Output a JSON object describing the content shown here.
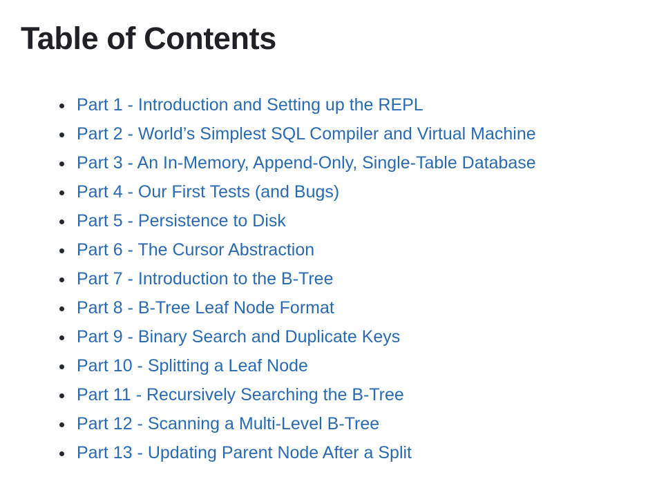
{
  "page": {
    "background_color": "#ffffff",
    "heading": "Table of Contents",
    "heading_color": "#1f2124",
    "link_color": "#2a6ab0",
    "bullet_color": "#24282c"
  },
  "toc": {
    "bullet_glyph": "•",
    "items": [
      {
        "label": "Part 1 - Introduction and Setting up the REPL"
      },
      {
        "label": "Part 2 - World’s Simplest SQL Compiler and Virtual Machine"
      },
      {
        "label": "Part 3 - An In-Memory, Append-Only, Single-Table Database"
      },
      {
        "label": "Part 4 - Our First Tests (and Bugs)"
      },
      {
        "label": "Part 5 - Persistence to Disk"
      },
      {
        "label": "Part 6 - The Cursor Abstraction"
      },
      {
        "label": "Part 7 - Introduction to the B-Tree"
      },
      {
        "label": "Part 8 - B-Tree Leaf Node Format"
      },
      {
        "label": "Part 9 - Binary Search and Duplicate Keys"
      },
      {
        "label": "Part 10 - Splitting a Leaf Node"
      },
      {
        "label": "Part 11 - Recursively Searching the B-Tree"
      },
      {
        "label": "Part 12 - Scanning a Multi-Level B-Tree"
      },
      {
        "label": "Part 13 - Updating Parent Node After a Split"
      }
    ]
  }
}
